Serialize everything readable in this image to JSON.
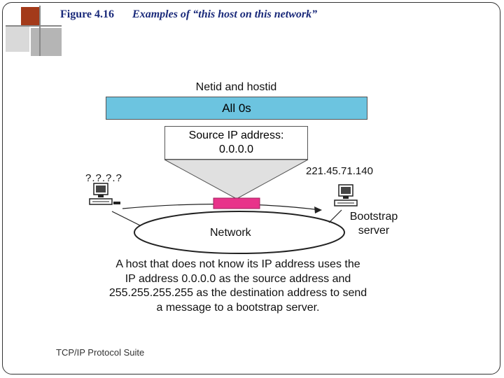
{
  "figure": {
    "number": "Figure 4.16",
    "caption": "Examples of “this host on this network”"
  },
  "diagram": {
    "netid_label": "Netid and hostid",
    "bar_label": "All 0s",
    "source_box": {
      "line1": "Source IP address:",
      "line2": "0.0.0.0"
    },
    "left_host_ip": "?.?.?.?",
    "right_host_ip": "221.45.71.140",
    "bootstrap_line1": "Bootstrap",
    "bootstrap_line2": "server",
    "network_label": "Network",
    "description": [
      "A host that does not know its IP address uses the",
      "IP address 0.0.0.0 as the source address and",
      "255.255.255.255 as the destination address to send",
      "a message to a bootstrap server."
    ],
    "colors": {
      "bar": "#6cc4e0",
      "packet": "#e8338a"
    },
    "icons": [
      "computer-icon",
      "computer-icon"
    ]
  },
  "footer": "TCP/IP Protocol Suite",
  "colors": {
    "title": "#1a2a7a",
    "deco_dark": "#a33a1a",
    "deco_light": "#b5b5b5"
  }
}
